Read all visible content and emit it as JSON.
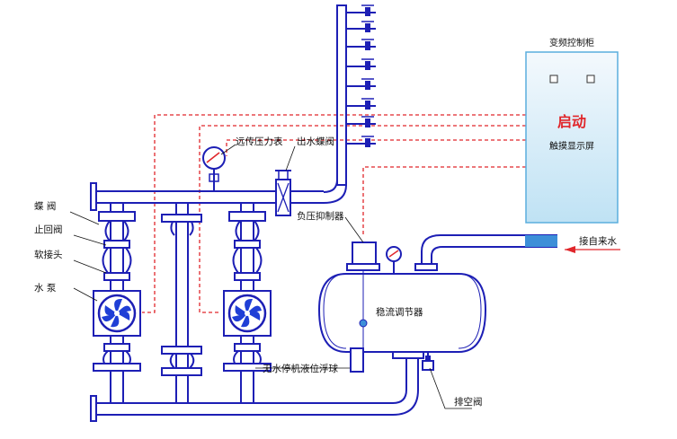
{
  "labels": {
    "butterfly_valve": "蝶 阀",
    "check_valve": "止回阀",
    "soft_joint": "软接头",
    "pump": "水 泵",
    "remote_pressure_gauge": "远传压力表",
    "outlet_butterfly_valve": "出水蝶阀",
    "negative_pressure_suppressor": "负压抑制器",
    "steady_flow_regulator": "稳流调节器",
    "float_ball": "无水停机液位浮球",
    "drain_valve": "排空阀",
    "inlet": "接自来水"
  },
  "cabinet": {
    "title": "变频控制柜",
    "start_label": "启动",
    "screen_label": "触摸显示屏",
    "start_color": "#e0262b"
  },
  "colors": {
    "pipe": "#1d1fb5",
    "signal_line": "#e0262b",
    "pump_impeller": "#1f3fd6",
    "cabinet_gradient_top": "#f4f9fd",
    "cabinet_gradient_bottom": "#bfe2f4",
    "water": "#3d8fd8"
  },
  "icons": {
    "pump": "pump-impeller-icon",
    "valve": "valve-icon",
    "gauge": "pressure-gauge-icon"
  }
}
